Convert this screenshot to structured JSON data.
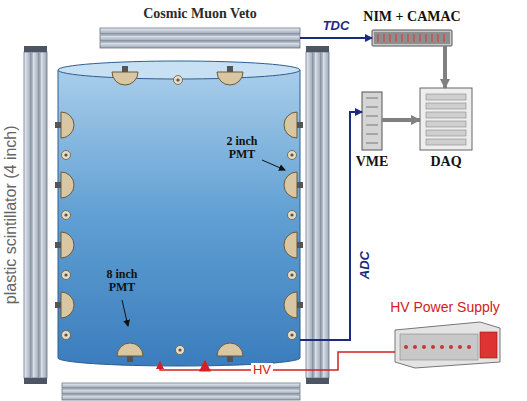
{
  "diagram": {
    "nodes": [
      {
        "text": [
          "Cosmic Muon Veto"
        ]
      },
      {
        "text": [
          "NIM + CAMAC"
        ]
      },
      {
        "text": [
          "2 inch PMT",
          "8 inch PMT"
        ]
      },
      {
        "text": [
          "VME"
        ]
      },
      {
        "text": [
          "DAQ"
        ]
      },
      {
        "text": [
          "HV Power Supply"
        ]
      },
      {
        "text": [
          "plastic scintillator (4 inch)"
        ]
      }
    ],
    "edges": [
      {
        "from": 0,
        "to": 1,
        "label": "TDC",
        "arrow": "to"
      },
      {
        "from": 1,
        "to": 4,
        "arrow": "to"
      },
      {
        "from": 3,
        "to": 4,
        "arrow": "to"
      },
      {
        "from": 2,
        "to": 3,
        "label": "ADC",
        "arrow": "to"
      },
      {
        "from": 5,
        "to": 2,
        "label": "HV",
        "arrow": "to"
      }
    ]
  }
}
